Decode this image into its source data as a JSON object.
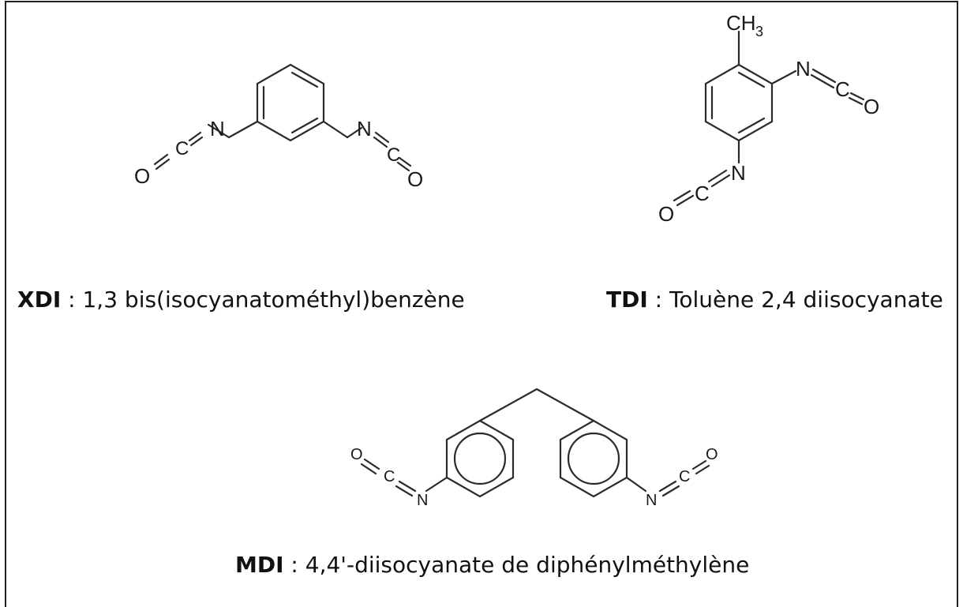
{
  "xdi": {
    "abbr": "XDI",
    "sep": " : ",
    "name": "1,3 bis(isocyanatométhyl)benzène",
    "atoms": {
      "n1": "N",
      "c1": "C",
      "o1": "O",
      "n2": "N",
      "c2": "C",
      "o2": "O"
    }
  },
  "tdi": {
    "abbr": "TDI",
    "sep": " : ",
    "name": "Toluène 2,4 diisocyanate",
    "atoms": {
      "ch3": "CH",
      "ch3_sub": "3",
      "n1": "N",
      "c1": "C",
      "o1": "O",
      "n2": "N",
      "c2": "C",
      "o2": "O"
    }
  },
  "mdi": {
    "abbr": "MDI",
    "sep": " : ",
    "name": "4,4'-diisocyanate de diphénylméthylène",
    "atoms": {
      "o1": "O",
      "c1": "C",
      "n1": "N",
      "n2": "N",
      "c2": "C",
      "o2": "O"
    }
  }
}
